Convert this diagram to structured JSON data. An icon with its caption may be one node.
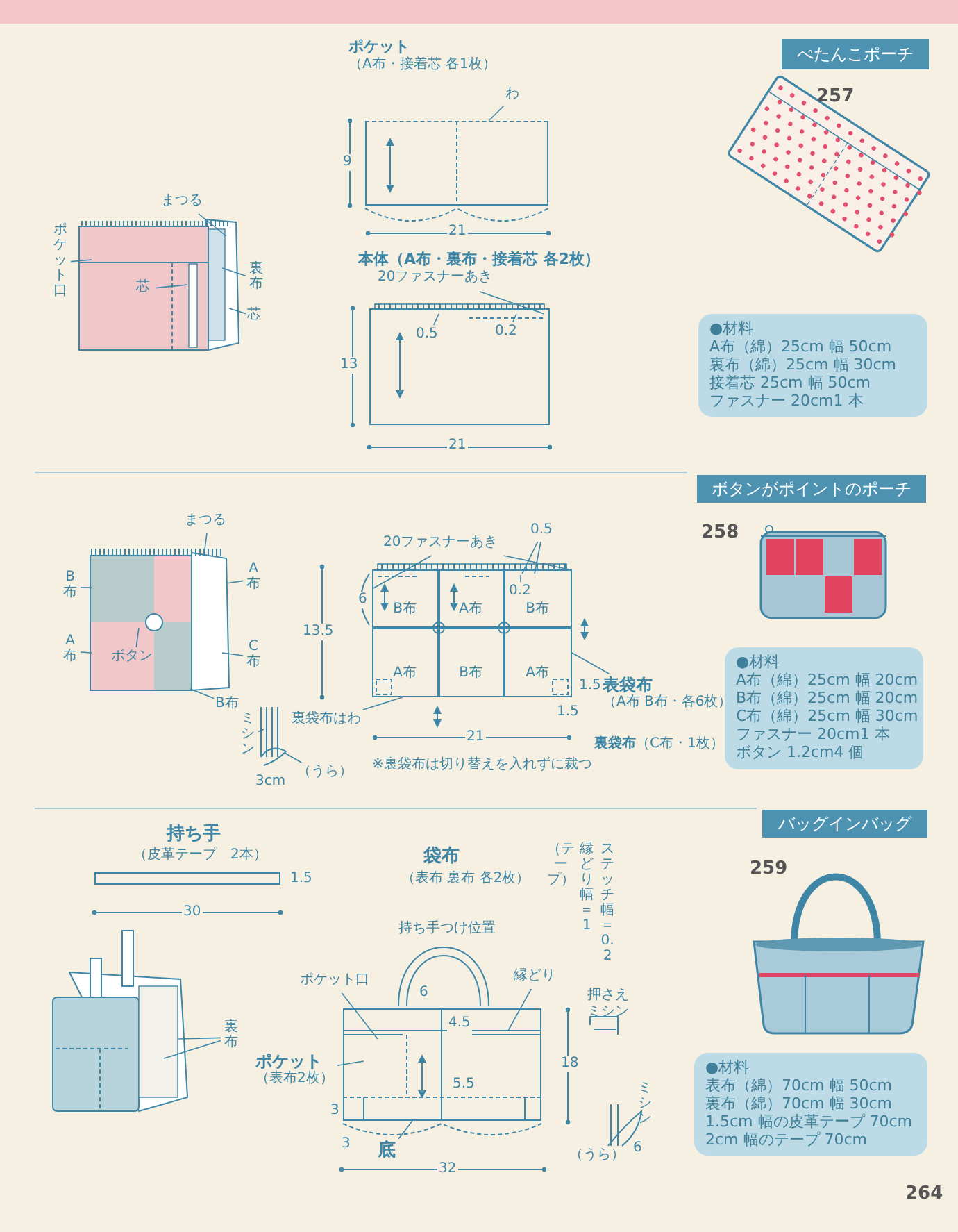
{
  "diagram": {
    "nodes": [
      {
        "text": [
          "ぺたんこポーチ"
        ]
      },
      {
        "text": [
          "●材料",
          "A布（綿）25cm 幅 50cm",
          "裏布（綿）25cm 幅 30cm",
          "接着芯 25cm 幅 50cm",
          "ファスナー 20cm1 本"
        ]
      },
      {
        "text": [],
        "shape": "box"
      },
      {
        "text": [],
        "shape": "box"
      },
      {
        "text": [
          "わ"
        ]
      },
      {
        "text": [
          "20ファスナーあき"
        ]
      },
      {
        "text": [
          "0.5"
        ],
        "in": 3
      },
      {
        "text": [
          "0.2"
        ],
        "in": 3
      },
      {
        "text": [
          "まつる"
        ]
      },
      {
        "text": [
          "ポケット口"
        ]
      },
      {
        "text": [
          "芯"
        ],
        "in": 45
      },
      {
        "text": [
          "裏布"
        ]
      },
      {
        "text": [
          "芯"
        ]
      },
      {
        "text": [
          "ボタンがポイントのポーチ"
        ]
      },
      {
        "text": [
          "●材料",
          "A布（綿）25cm 幅 20cm",
          "B布（綿）25cm 幅 20cm",
          "C布（綿）25cm 幅 30cm",
          "ファスナー 20cm1 本",
          "ボタン 1.2cm4 個"
        ]
      },
      {
        "text": [],
        "shape": "box"
      },
      {
        "text": [
          "B布"
        ],
        "in": 15
      },
      {
        "text": [
          "A布"
        ],
        "in": 15
      },
      {
        "text": [
          "B布"
        ],
        "in": 15
      },
      {
        "text": [
          "A布"
        ],
        "in": 15
      },
      {
        "text": [
          "B布"
        ],
        "in": 15
      },
      {
        "text": [
          "A布"
        ],
        "in": 15
      },
      {
        "text": [
          "20ファスナーあき"
        ]
      },
      {
        "text": [
          "0.5"
        ]
      },
      {
        "text": [
          "0.2"
        ],
        "in": 18
      },
      {
        "text": [
          "表袋布",
          "（A布 B布・各6枚）"
        ]
      },
      {
        "text": [
          "裏袋布はわ"
        ]
      },
      {
        "text": [
          "まつる"
        ]
      },
      {
        "text": [
          "B布"
        ]
      },
      {
        "text": [
          "A布"
        ]
      },
      {
        "text": [
          "ボタン"
        ],
        "in": 46
      },
      {
        "text": [
          "A布"
        ]
      },
      {
        "text": [
          "C布"
        ]
      },
      {
        "text": [
          "B布"
        ]
      },
      {
        "text": [
          "ミシン"
        ]
      },
      {
        "text": [
          "（うら）"
        ]
      },
      {
        "text": [
          "バッグインバッグ"
        ]
      },
      {
        "text": [
          "●材料",
          "表布（綿）70cm 幅 50cm",
          "裏布（綿）70cm 幅 30cm",
          "1.5cm 幅の皮革テープ 70cm",
          "2cm 幅のテープ 70cm"
        ]
      },
      {
        "text": [],
        "shape": "box"
      },
      {
        "text": [],
        "shape": "box"
      },
      {
        "text": [
          "ポケット口"
        ]
      },
      {
        "text": [
          "縁どり"
        ]
      },
      {
        "text": [
          "ポケット",
          "（表布2枚）"
        ]
      },
      {
        "text": [
          "底"
        ]
      },
      {
        "text": [
          "裏布"
        ]
      },
      {
        "text": [],
        "shape": "picture"
      },
      {
        "text": [],
        "shape": "picture"
      },
      {
        "text": [],
        "shape": "picture"
      },
      {
        "text": [],
        "shape": "picture"
      }
    ],
    "edges": [
      {
        "from": 4,
        "to": 2,
        "arrow": "none"
      },
      {
        "from": 5,
        "to": 3,
        "arrow": "none"
      },
      {
        "from": 6,
        "to": 3,
        "arrow": "none"
      },
      {
        "from": 7,
        "to": 3,
        "arrow": "none"
      },
      {
        "from": 8,
        "to": 45,
        "arrow": "none"
      },
      {
        "from": 9,
        "to": 45,
        "arrow": "none"
      },
      {
        "from": 10,
        "to": 45,
        "arrow": "none"
      },
      {
        "from": 11,
        "to": 45,
        "arrow": "none"
      },
      {
        "from": 12,
        "to": 45,
        "arrow": "none"
      },
      {
        "from": 22,
        "to": 16,
        "arrow": "none"
      },
      {
        "from": 22,
        "to": 18,
        "arrow": "none"
      },
      {
        "from": 23,
        "to": 18,
        "arrow": "none"
      },
      {
        "from": 23,
        "to": 18,
        "arrow": "none"
      },
      {
        "from": 24,
        "to": 18,
        "arrow": "none"
      },
      {
        "from": 25,
        "to": 21,
        "arrow": "none"
      },
      {
        "from": 26,
        "to": 15,
        "arrow": "none"
      },
      {
        "from": 27,
        "to": 46,
        "arrow": "none"
      },
      {
        "from": 28,
        "to": 46,
        "arrow": "none"
      },
      {
        "from": 29,
        "to": 46,
        "arrow": "none"
      },
      {
        "from": 30,
        "to": 46,
        "arrow": "none"
      },
      {
        "from": 31,
        "to": 46,
        "arrow": "none"
      },
      {
        "from": 32,
        "to": 46,
        "arrow": "none"
      },
      {
        "from": 33,
        "to": 46,
        "arrow": "none"
      },
      {
        "from": 34,
        "to": 48,
        "arrow": "none"
      },
      {
        "from": 35,
        "to": 48,
        "arrow": "none"
      },
      {
        "from": 40,
        "to": 39,
        "arrow": "none"
      },
      {
        "from": 41,
        "to": 39,
        "arrow": "none"
      },
      {
        "from": 42,
        "to": 39,
        "arrow": "none"
      },
      {
        "from": 43,
        "to": 39,
        "arrow": "none"
      },
      {
        "from": 44,
        "to": 47,
        "arrow": "none"
      },
      {
        "from": 44,
        "to": 47,
        "arrow": "none"
      }
    ],
    "labels": [
      "257",
      "ポケット",
      "（A布・接着芯 各1枚）",
      "9",
      "21",
      "本体（A布・裏布・接着芯 各2枚）",
      "13",
      "21",
      "258",
      "6",
      "13.5",
      "1.5",
      "**裏袋布**（C布・1枚）",
      "1.5",
      "21",
      "3cm",
      "※裏袋布は切り替えを入れずに裁つ",
      "259",
      "持ち手",
      "（皮革テープ　2本）",
      "1.5",
      "30",
      "袋布",
      "（表布 裏布 各2枚）",
      "ステッチ幅＝0.2",
      "縁どり幅＝1",
      "（テープ）",
      "持ち手つけ位置",
      "6",
      "4.5",
      "押さえミシン",
      "18",
      "5.5",
      "3",
      "3",
      "32",
      "ミシン",
      "（うら）",
      "6",
      "264"
    ]
  }
}
